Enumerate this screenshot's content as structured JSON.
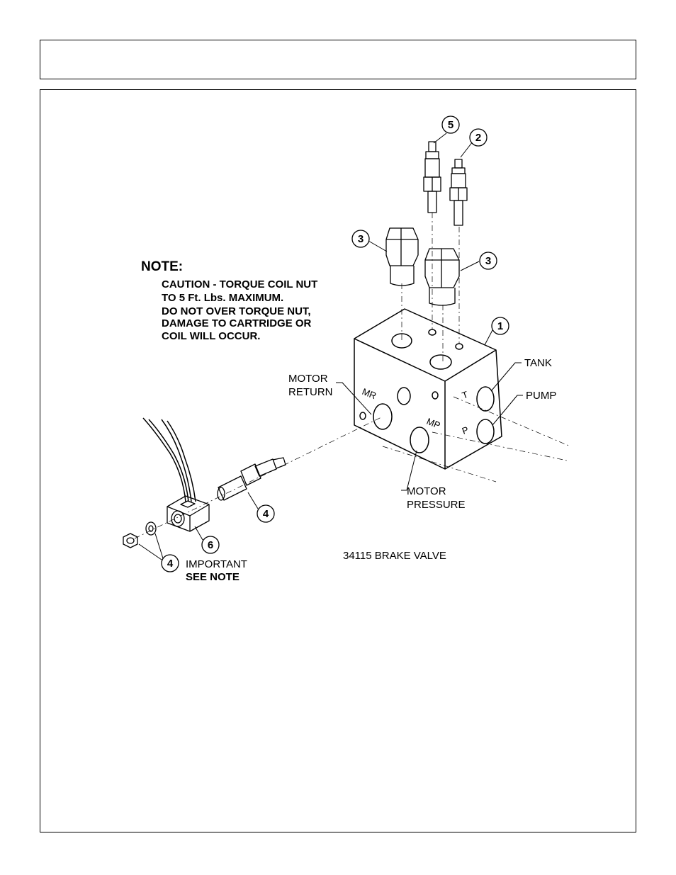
{
  "note": {
    "title": "NOTE:",
    "lines": [
      "CAUTION - TORQUE COIL NUT",
      "TO 5 Ft. Lbs. MAXIMUM.",
      "DO NOT OVER TORQUE NUT,",
      "DAMAGE TO CARTRIDGE OR",
      "COIL WILL OCCUR."
    ]
  },
  "callouts": {
    "c5": "5",
    "c2": "2",
    "c3a": "3",
    "c3b": "3",
    "c1": "1",
    "c4a": "4",
    "c6": "6",
    "c4b": "4"
  },
  "labels": {
    "motor_return": [
      "MOTOR",
      "RETURN"
    ],
    "tank": "TANK",
    "pump": "PUMP",
    "motor_pressure": [
      "MOTOR",
      "PRESSURE"
    ],
    "important": [
      "IMPORTANT",
      "SEE NOTE"
    ],
    "caption": "34115 BRAKE VALVE"
  },
  "port_marks": {
    "mr": "MR",
    "mp": "MP",
    "t": "T",
    "p": "P"
  }
}
